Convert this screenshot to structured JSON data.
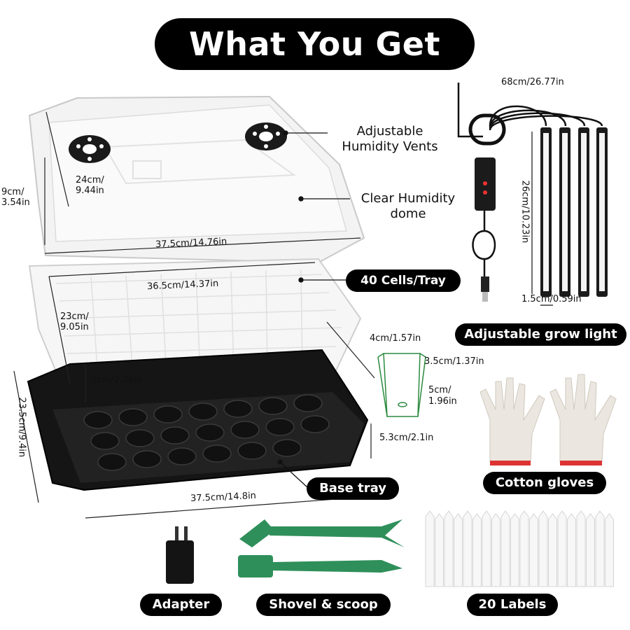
{
  "title": "What You Get",
  "dome": {
    "vents_label_line1": "Adjustable",
    "vents_label_line2": "Humidity Vents",
    "dome_label_line1": "Clear Humidity",
    "dome_label_line2": "dome",
    "depth_label": "24cm/\n9.44in",
    "height_label": "9cm/\n3.54in",
    "length_label": "37.5cm/14.76in"
  },
  "tray": {
    "cells_label": "40 Cells/Tray",
    "length_label": "36.5cm/14.37in",
    "width_label": "23cm/\n9.05in",
    "depth_label": "6cm/2.36in"
  },
  "cell": {
    "top_label": "4cm/1.57in",
    "side_label": "3.5cm/1.37in",
    "height_label": "5cm/\n1.96in"
  },
  "base": {
    "label": "Base tray",
    "width_label": "23.5cm/9.4in",
    "length_label": "37.5cm/14.8in",
    "height_label": "5.3cm/2.1in"
  },
  "grow_light": {
    "label": "Adjustable grow light",
    "cable_label": "68cm/26.77in",
    "height_label": "26cm/10.23in",
    "width_label": "1.5cm/0.59in"
  },
  "gloves": {
    "label": "Cotton gloves"
  },
  "adapter": {
    "label": "Adapter"
  },
  "tools": {
    "label": "Shovel & scoop"
  },
  "labels": {
    "label": "20 Labels",
    "count": 20
  },
  "colors": {
    "pill_bg": "#000000",
    "tool_green": "#2f8f5a",
    "tray_black": "#151515",
    "light_white": "#f4f4f4"
  }
}
